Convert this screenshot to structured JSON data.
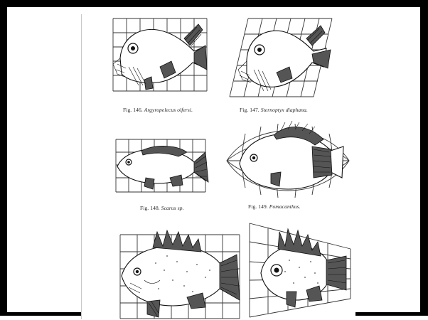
{
  "figures": [
    {
      "number": "Fig. 146.",
      "name": "Argyropelecus olfersi."
    },
    {
      "number": "Fig. 147.",
      "name": "Sternoptyx diaphana."
    },
    {
      "number": "Fig. 148.",
      "name": "Scarus sp."
    },
    {
      "number": "Fig. 149.",
      "name": "Pomacanthus."
    }
  ],
  "colors": {
    "frame": "#000000",
    "page": "#ffffff",
    "ink": "#111111"
  }
}
